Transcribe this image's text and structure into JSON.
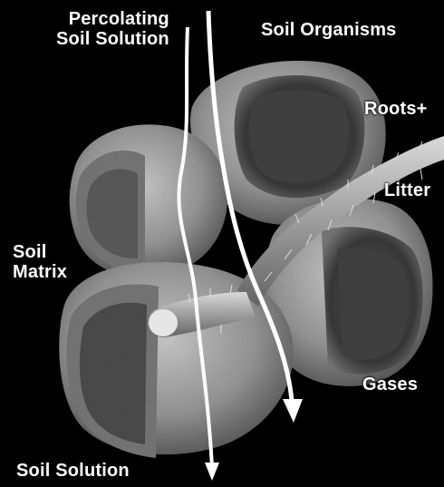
{
  "labels": {
    "percolating_line1": "Percolating",
    "percolating_line2": "Soil Solution",
    "soil_organisms": "Soil Organisms",
    "roots": "Roots+",
    "litter": "Litter",
    "soil_matrix_line1": "Soil",
    "soil_matrix_line2": "Matrix",
    "gases": "Gases",
    "soil_solution": "Soil Solution"
  },
  "colors": {
    "background": "#000000",
    "text": "#ffffff",
    "aggregate_light": "#bdbdbd",
    "aggregate_mid": "#8a8a8a",
    "aggregate_dark": "#4a4a4a",
    "arrow": "#ffffff"
  }
}
